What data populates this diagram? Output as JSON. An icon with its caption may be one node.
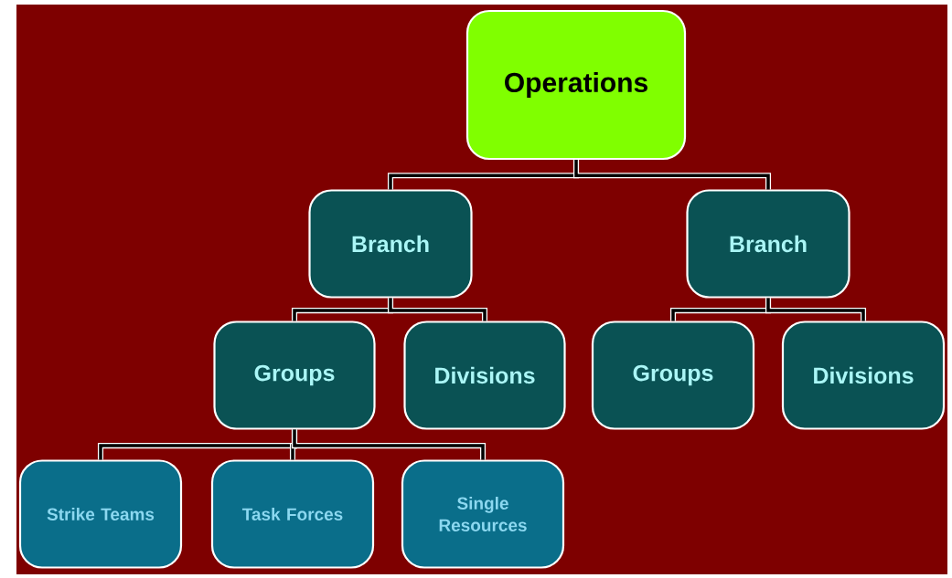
{
  "diagram": {
    "nodes": [
      {
        "text": [
          "Operations"
        ]
      },
      {
        "text": [
          "Branch"
        ]
      },
      {
        "text": [
          "Branch"
        ]
      },
      {
        "text": [
          "Groups"
        ]
      },
      {
        "text": [
          "Divisions"
        ]
      },
      {
        "text": [
          "Groups"
        ]
      },
      {
        "text": [
          "Divisions"
        ]
      },
      {
        "text": [
          "Strike Teams"
        ]
      },
      {
        "text": [
          "Task Forces"
        ]
      },
      {
        "text": [
          "Single Resources"
        ]
      }
    ],
    "edges": [
      {
        "from": 0,
        "to": 1,
        "arrow": "none"
      },
      {
        "from": 0,
        "to": 2,
        "arrow": "none"
      },
      {
        "from": 1,
        "to": 3,
        "arrow": "none"
      },
      {
        "from": 1,
        "to": 4,
        "arrow": "none"
      },
      {
        "from": 2,
        "to": 5,
        "arrow": "none"
      },
      {
        "from": 2,
        "to": 6,
        "arrow": "none"
      },
      {
        "from": 3,
        "to": 7,
        "arrow": "none"
      },
      {
        "from": 3,
        "to": 8,
        "arrow": "none"
      },
      {
        "from": 3,
        "to": 9,
        "arrow": "none"
      }
    ]
  }
}
